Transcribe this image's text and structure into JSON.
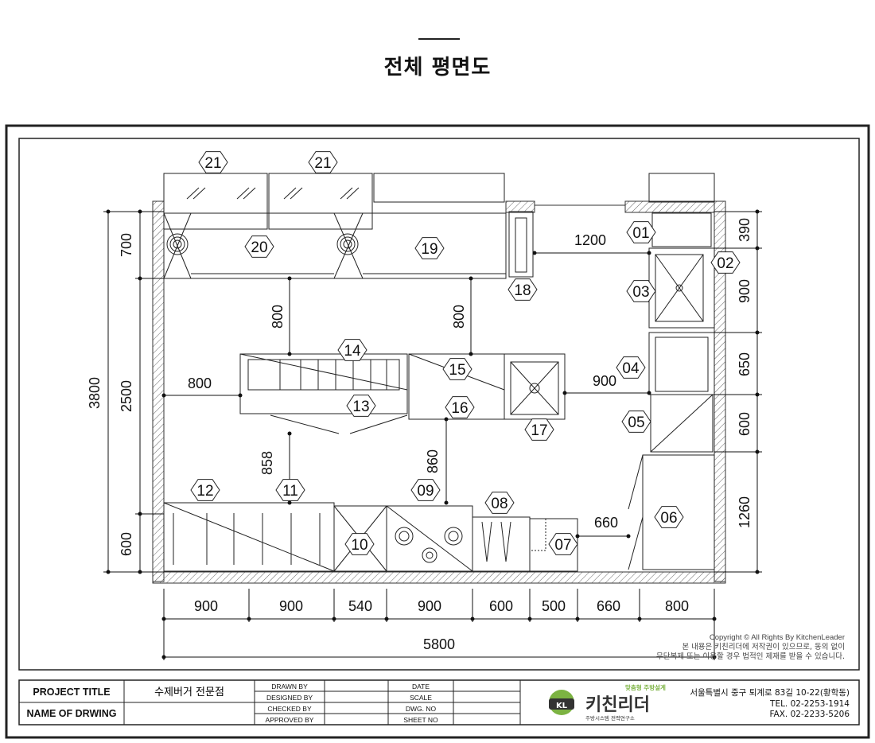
{
  "heading": "전체 평면도",
  "dimensions": {
    "top_1200": "1200",
    "v_800_left": "800",
    "v_800_right": "800",
    "h_800_left": "800",
    "h_900_mid": "900",
    "v_858": "858",
    "v_860": "860",
    "h_660_mid": "660",
    "left_700": "700",
    "left_3800": "3800",
    "left_2500": "2500",
    "left_600": "600",
    "right_390": "390",
    "right_900": "900",
    "right_650": "650",
    "right_600": "600",
    "right_1260": "1260",
    "bottom_segments": [
      "900",
      "900",
      "540",
      "900",
      "600",
      "500",
      "660",
      "800"
    ],
    "bottom_total": "5800"
  },
  "equipment_tags": [
    {
      "id": "01"
    },
    {
      "id": "02"
    },
    {
      "id": "03"
    },
    {
      "id": "04"
    },
    {
      "id": "05"
    },
    {
      "id": "06"
    },
    {
      "id": "07"
    },
    {
      "id": "08"
    },
    {
      "id": "09"
    },
    {
      "id": "10"
    },
    {
      "id": "11"
    },
    {
      "id": "12"
    },
    {
      "id": "13"
    },
    {
      "id": "14"
    },
    {
      "id": "15"
    },
    {
      "id": "16"
    },
    {
      "id": "17"
    },
    {
      "id": "18"
    },
    {
      "id": "19"
    },
    {
      "id": "20"
    },
    {
      "id": "21"
    },
    {
      "id": "21"
    }
  ],
  "copyright": {
    "line1": "Copyright © All Rights By KitchenLeader",
    "line2": "본 내용은 키친리더에 저작권이 있으므로, 동의 없이",
    "line3": "무단복제 또는 이용할 경우 법적인 제재를 받을 수 있습니다."
  },
  "title_block": {
    "project_title_label": "PROJECT TITLE",
    "drawing_name_label": "NAME OF DRWING",
    "project_title": "수제버거 전문점",
    "drawn_by": "DRAWN BY",
    "designed_by": "DESIGNED BY",
    "checked_by": "CHECKED BY",
    "approved_by": "APPROVED BY",
    "date": "DATE",
    "scale": "SCALE",
    "dwg_no": "DWG. NO",
    "sheet_no": "SHEET NO",
    "brand_tagline": "맞춤형 주방설계",
    "brand_name": "키친리더",
    "brand_sub": "주방시스템 전략연구소",
    "address": "서울특별시 중구 퇴계로 83길 10-22(황학동)",
    "tel": "TEL. 02-2253-1914",
    "fax": "FAX. 02-2233-5206"
  },
  "colors": {
    "brand_green": "#7cb342",
    "brand_dark": "#333333",
    "line": "#111111"
  }
}
